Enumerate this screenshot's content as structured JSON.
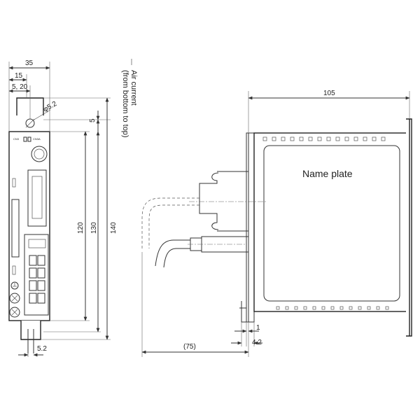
{
  "front_view": {
    "dims": {
      "width": "35",
      "offset_15": "15",
      "offset_5_20": "5, 20",
      "hole": "φ5.2",
      "top_5": "5",
      "h120": "120",
      "h130": "130",
      "h140": "140",
      "bottom_5_2": "5.2"
    },
    "label_cn3": "CN3",
    "label_cn3a": "CN3A"
  },
  "air_current": {
    "line1": "Air current",
    "line2": "(from bottom to top)"
  },
  "side_view": {
    "name_plate": "Name plate",
    "dims": {
      "depth": "105",
      "connector": "(75)",
      "d1": "1",
      "d4_2": "4.2"
    }
  }
}
